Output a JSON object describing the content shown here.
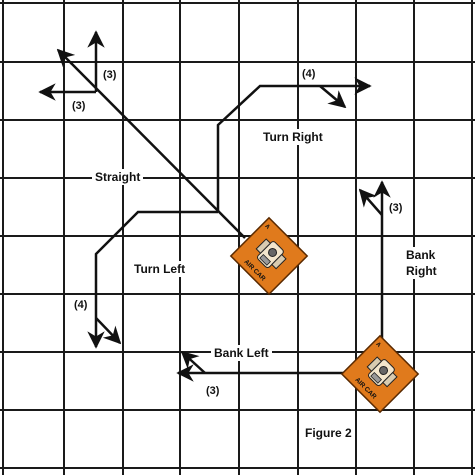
{
  "figure": {
    "caption": "Figure 2",
    "grid_color": "#1a1a1a",
    "path_color": "#111111"
  },
  "moves": {
    "straight": "Straight",
    "turn_right": "Turn Right",
    "turn_left": "Turn Left",
    "bank_left": "Bank Left",
    "bank_right_line1": "Bank",
    "bank_right_line2": "Right"
  },
  "distances": {
    "straight_up": "(3)",
    "straight_left": "(3)",
    "turn_right": "(4)",
    "turn_left": "(4)",
    "bank_right": "(3)",
    "bank_left": "(3)"
  },
  "counters": [
    {
      "label": "AIR CAR",
      "letter": "A",
      "color": "#e07a1c",
      "icon": "aircar-icon"
    },
    {
      "label": "AIR CAR",
      "letter": "A",
      "color": "#e07a1c",
      "icon": "aircar-icon"
    }
  ]
}
